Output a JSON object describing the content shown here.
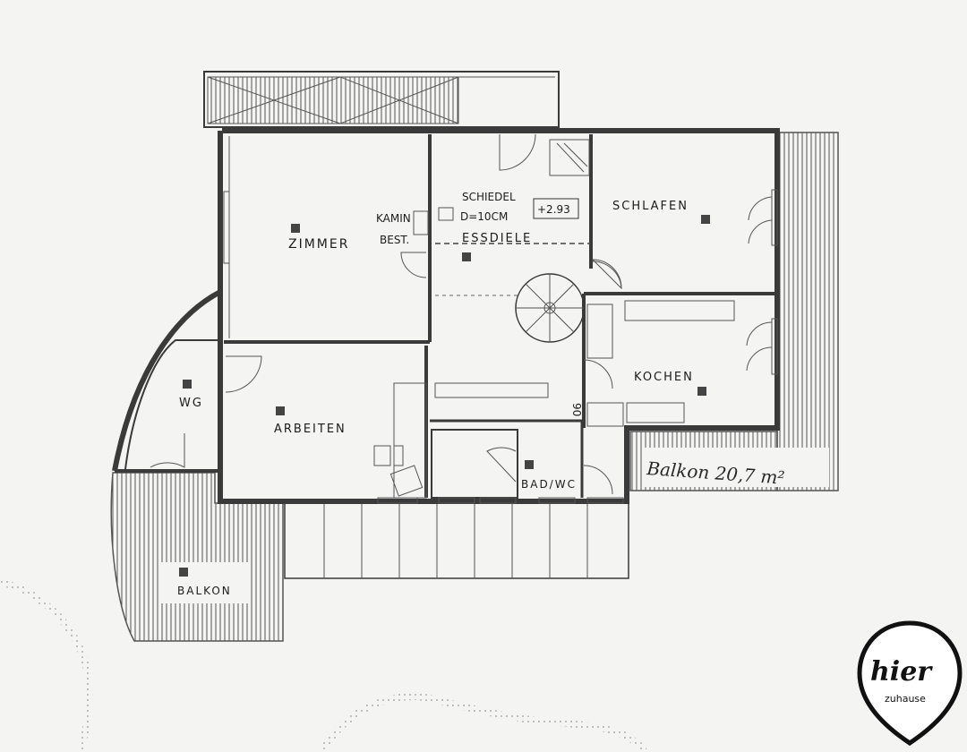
{
  "rooms": {
    "zimmer": "ZIMMER",
    "essdiele": "ESSDIELE",
    "schlafen": "SCHLAFEN",
    "kochen": "KOCHEN",
    "wg": "WG",
    "arbeiten": "ARBEITEN",
    "bad_wc": "BAD/WC",
    "balkon": "BALKON"
  },
  "annotations": {
    "kamin": "KAMIN",
    "best": "BEST.",
    "schiedel": "SCHIEDEL",
    "diameter": "D=10CM",
    "elevation": "+2.93",
    "door_width": "90",
    "balcony_note": "Balkon 20,7 m²"
  },
  "logo": {
    "word": "hier",
    "sub": "zuhause"
  }
}
